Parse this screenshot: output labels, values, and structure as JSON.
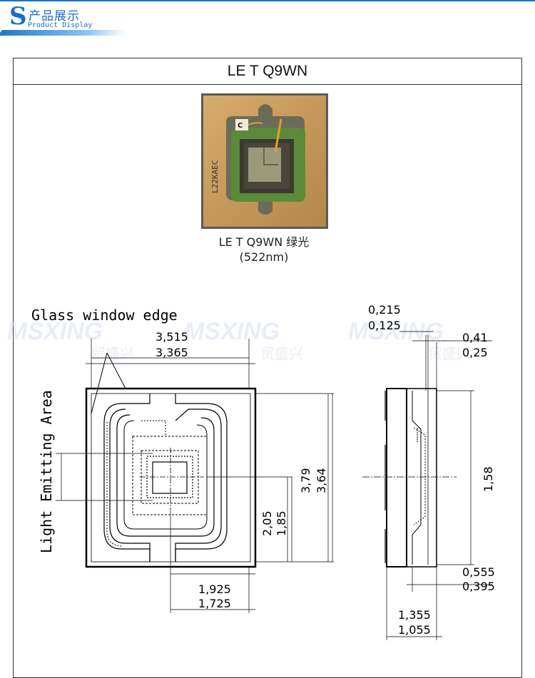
{
  "header": {
    "letter": "S",
    "title_cn": "产品展示",
    "title_en": "Product Display"
  },
  "product": {
    "name": "LE T Q9WN",
    "caption_line1": "LE T Q9WN  绿光",
    "caption_line2": "(522nm)",
    "chip_marking": "L22KAEC"
  },
  "drawing": {
    "glass_window_label": "Glass window edge",
    "light_area_label": "Light Emitting Area",
    "dims": {
      "top_width_max": "3,515",
      "top_width_min": "3,365",
      "height_max": "3,79",
      "height_min": "3,64",
      "center_y_max": "2,05",
      "center_y_min": "1,85",
      "center_x_max": "1,925",
      "center_x_min": "1,725",
      "side_glass_max": "0,215",
      "side_glass_min": "0,125",
      "side_top_max": "0,41",
      "side_top_min": "0,25",
      "side_height": "1,58",
      "side_bottom_max": "0,555",
      "side_bottom_min": "0,395",
      "side_depth_max": "1,355",
      "side_depth_min": "1,055"
    }
  },
  "watermark": {
    "brand": "MSXING",
    "brand_cn": "贸盛兴"
  },
  "colors": {
    "brand_blue": "#1a6fc4",
    "chip_gold": "#c89a5a",
    "chip_green": "#5d8a3a"
  }
}
